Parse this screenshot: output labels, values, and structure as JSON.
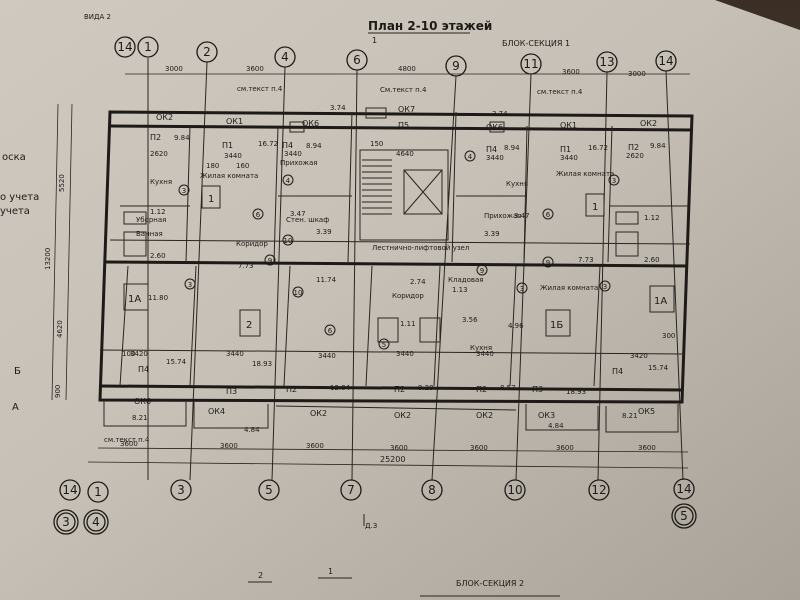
{
  "title": "План 2-10 этажей",
  "section_top": "БЛОК-СЕКЦИЯ 1",
  "section_bottom": "БЛОК-СЕКЦИЯ 2",
  "corner_label": "ВИДА 2",
  "left_margin_text": [
    "оска",
    "о учета",
    "учета"
  ],
  "ref_texts": {
    "top_left": "см.текст п.4",
    "top_right": "см.текст п.4",
    "top_center": "См.текст п.4",
    "bottom_left": "см.текст п.4"
  },
  "axis_top": [
    "14",
    "1",
    "2",
    "4",
    "6",
    "9",
    "11",
    "13",
    "14"
  ],
  "axis_bottom": [
    "14",
    "1",
    "3",
    "5",
    "7",
    "8",
    "10",
    "12",
    "14"
  ],
  "axis_bottom_extra": [
    "3",
    "4",
    "5"
  ],
  "left_axis_letters": [
    "Б",
    "А"
  ],
  "dims_top": [
    "3000",
    "3600",
    "4800",
    "3600",
    "3000"
  ],
  "dims_bottom": [
    "3600",
    "3600",
    "3600",
    "3600",
    "3600",
    "3600",
    "3600"
  ],
  "overall_dim": "25200",
  "left_dims": [
    "5520",
    "13200",
    "4620",
    "900"
  ],
  "section_marks": [
    "1",
    "2",
    "1",
    "Д.З"
  ],
  "rooms": {
    "windows": [
      "ОК2",
      "ОК1",
      "ОК6",
      "ОК7",
      "ОК6",
      "ОК1",
      "ОК2",
      "ОК6",
      "ОК4",
      "ОК2",
      "ОК2",
      "ОК2",
      "ОК3",
      "ОК5"
    ],
    "apartments": [
      "1",
      "1A",
      "2",
      "1Б",
      "1",
      "1A"
    ],
    "labels": [
      "П2",
      "П1",
      "П4",
      "П5",
      "П4",
      "П1",
      "П2",
      "П4",
      "П3",
      "П2",
      "П2",
      "П2",
      "П3",
      "П4"
    ],
    "words": [
      "Кухня",
      "Жилая комната",
      "Прихожая",
      "Коридор",
      "Уборная",
      "Ванная",
      "Кухня",
      "Жилая комната",
      "Прихожая",
      "Стен. шкаф",
      "Лестнично-лифтовой узел",
      "Коридор",
      "Кладовая",
      "Кухня",
      "Жилая комната"
    ],
    "areas": [
      "9.84",
      "16.72",
      "8.94",
      "3.74",
      "3.47",
      "3.39",
      "3.74",
      "8.94",
      "16.72",
      "9.84",
      "1.12",
      "2.60",
      "7.73",
      "11.74",
      "2.74",
      "1.13",
      "1.11",
      "3.56",
      "4.96",
      "7.73",
      "2.60",
      "1.12",
      "15.74",
      "18.93",
      "12.04",
      "9.29",
      "8.57",
      "18.93",
      "15.74",
      "8.21",
      "4.84",
      "4.84",
      "8.21",
      "11.80",
      "3.39",
      "3.47"
    ],
    "dims": [
      "2620",
      "3440",
      "3440",
      "4640",
      "3440",
      "3440",
      "2620",
      "3420",
      "3440",
      "3440",
      "3440",
      "3440",
      "3420",
      "180",
      "160",
      "150",
      "100",
      "300"
    ]
  }
}
